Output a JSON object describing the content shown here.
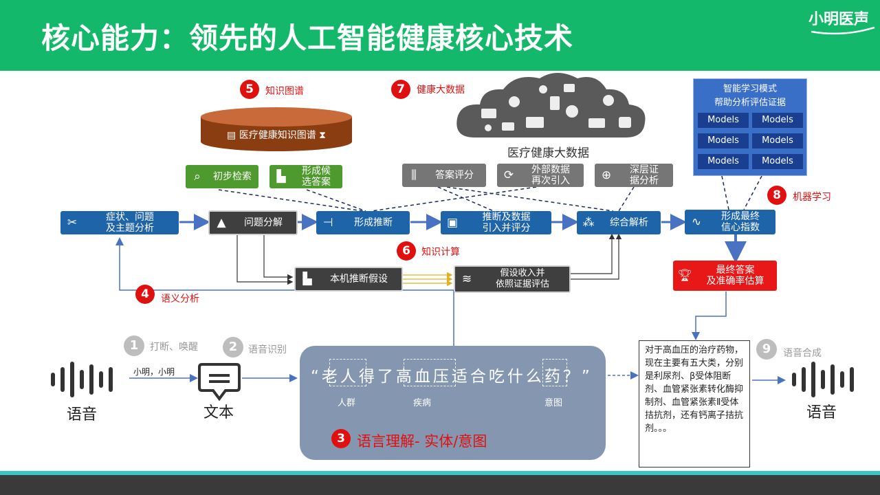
{
  "header": {
    "title": "核心能力：领先的人工智能健康核心技术",
    "logo": "小明医声"
  },
  "steps": {
    "s1": {
      "num": "1",
      "label": "打断、唤醒"
    },
    "s2": {
      "num": "2",
      "label": "语音识别"
    },
    "s3": {
      "num": "3",
      "label": "语言理解- 实体/意图"
    },
    "s4": {
      "num": "4",
      "label": "语义分析"
    },
    "s5": {
      "num": "5",
      "label": "知识图谱"
    },
    "s6": {
      "num": "6",
      "label": "知识计算"
    },
    "s7": {
      "num": "7",
      "label": "健康大数据"
    },
    "s8": {
      "num": "8",
      "label": "机器学习"
    },
    "s9": {
      "num": "9",
      "label": "语音合成"
    }
  },
  "knowledge_graph": {
    "label": "医疗健康知识图谱"
  },
  "cloud": {
    "label": "医疗健康大数据"
  },
  "ml_panel": {
    "title": "智能学习模式\n帮助分析评估证据",
    "models": [
      "Models",
      "Models",
      "Models",
      "Models",
      "Models",
      "Models"
    ]
  },
  "green_boxes": {
    "search": "初步检索",
    "candidates": "形成候\n选答案"
  },
  "gray_boxes": {
    "scoring": "答案评分",
    "external": "外部数据\n再次引入",
    "deep": "深层证\n据分析"
  },
  "blue_boxes": {
    "symptom": "症状、问题\n及主题分析",
    "inference": "形成推断",
    "infer_data": "推断及数据\n引入并评分",
    "synthesis": "综合解析",
    "confidence": "形成最终\n信心指数"
  },
  "dark_boxes": {
    "decompose": "问题分解",
    "hypothesis": "本机推断假设",
    "evidence": "假设收入并\n依照证据评估"
  },
  "final_box": "最终答案\n及准确率估算",
  "speech_in": {
    "label": "语音",
    "wake": "小明，小明"
  },
  "text_node": {
    "label": "文本"
  },
  "query": {
    "text": "“老人得了高血压适合吃什么药？”",
    "entities": [
      "人群",
      "疾病",
      "意图"
    ]
  },
  "answer_text": "对于高血压的治疗药物，现在主要有五大类，分别是利尿剂、β受体阻断剂、血管紧张素转化酶抑制剂、血管紧张素Ⅱ受体拮抗剂，还有钙离子拮抗剂。。。",
  "speech_out": {
    "label": "语音"
  },
  "colors": {
    "header_green": "#14b86a",
    "flow_blue": "#1e64a8",
    "alert_red": "#e01010",
    "teal": "#3cc4c4"
  }
}
